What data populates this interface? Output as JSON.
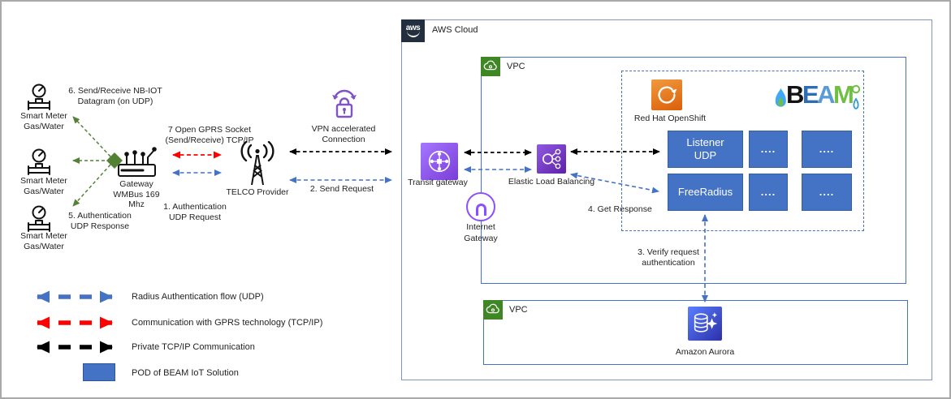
{
  "colors": {
    "pod_blue": "#4472C4",
    "flow_blue": "#4472C4",
    "flow_red": "#FF0000",
    "flow_black": "#000000",
    "meter_link_green": "#548235",
    "aws_cloud_border": "#8096BE",
    "vpc_border": "#4472C4",
    "aws_navy": "#232F3E",
    "vpc_green": "#3F8624",
    "aws_purple": "#8C4FFF",
    "openshift_orange": "#E8711A",
    "aurora_blue": "#3D4FD0",
    "beam_blue": "#2E6DB4",
    "beam_green": "#70BF44"
  },
  "left": {
    "smart_meter": {
      "line1": "Smart Meter",
      "line2": "Gas/Water"
    },
    "gateway": {
      "line1": "Gateway",
      "line2": "WMBus 169",
      "line3": "Mhz"
    },
    "telco": "TELCO Provider",
    "notes": {
      "nb_iot": {
        "line1": "6. Send/Receive NB-IOT",
        "line2": "Datagram (on UDP)"
      },
      "gprs": {
        "line1": "7 Open GPRS Socket",
        "line2": "(Send/Receive) TCP/IP"
      },
      "auth_request": {
        "line1": "1. Authentication",
        "line2": "UDP Request"
      },
      "auth_response": {
        "line1": "5. Authentication",
        "line2": "UDP Response"
      },
      "vpn": {
        "line1": "VPN accelerated",
        "line2": "Connection"
      },
      "send_request": "2. Send Request"
    }
  },
  "aws": {
    "logo": "aws",
    "cloud_label": "AWS Cloud",
    "vpc_label": "VPC",
    "transit_gateway": "Transit gateway",
    "internet_gateway": {
      "line1": "Internet",
      "line2": "Gateway"
    },
    "elb": "Elastic Load Balancing",
    "openshift_label": "Red Hat OpenShift",
    "beam": {
      "b": "B",
      "e": "E",
      "a": "A",
      "m": "M"
    },
    "pods": {
      "listener": {
        "line1": "Listener",
        "line2": "UDP"
      },
      "freeradius": "FreeRadius",
      "placeholder": "...."
    },
    "notes": {
      "get_response": "4. Get Response",
      "verify": {
        "line1": "3. Verify request",
        "line2": "authentication"
      }
    },
    "aurora": "Amazon Aurora"
  },
  "legend": {
    "items": [
      {
        "type": "arrow",
        "color": "#4472C4",
        "label": "Radius Authentication flow (UDP)"
      },
      {
        "type": "arrow",
        "color": "#FF0000",
        "label": "Communication with GPRS technology (TCP/IP)"
      },
      {
        "type": "arrow",
        "color": "#000000",
        "label": "Private TCP/IP Communication"
      },
      {
        "type": "pod",
        "color": "#4472C4",
        "label": "POD of BEAM IoT Solution"
      }
    ]
  }
}
